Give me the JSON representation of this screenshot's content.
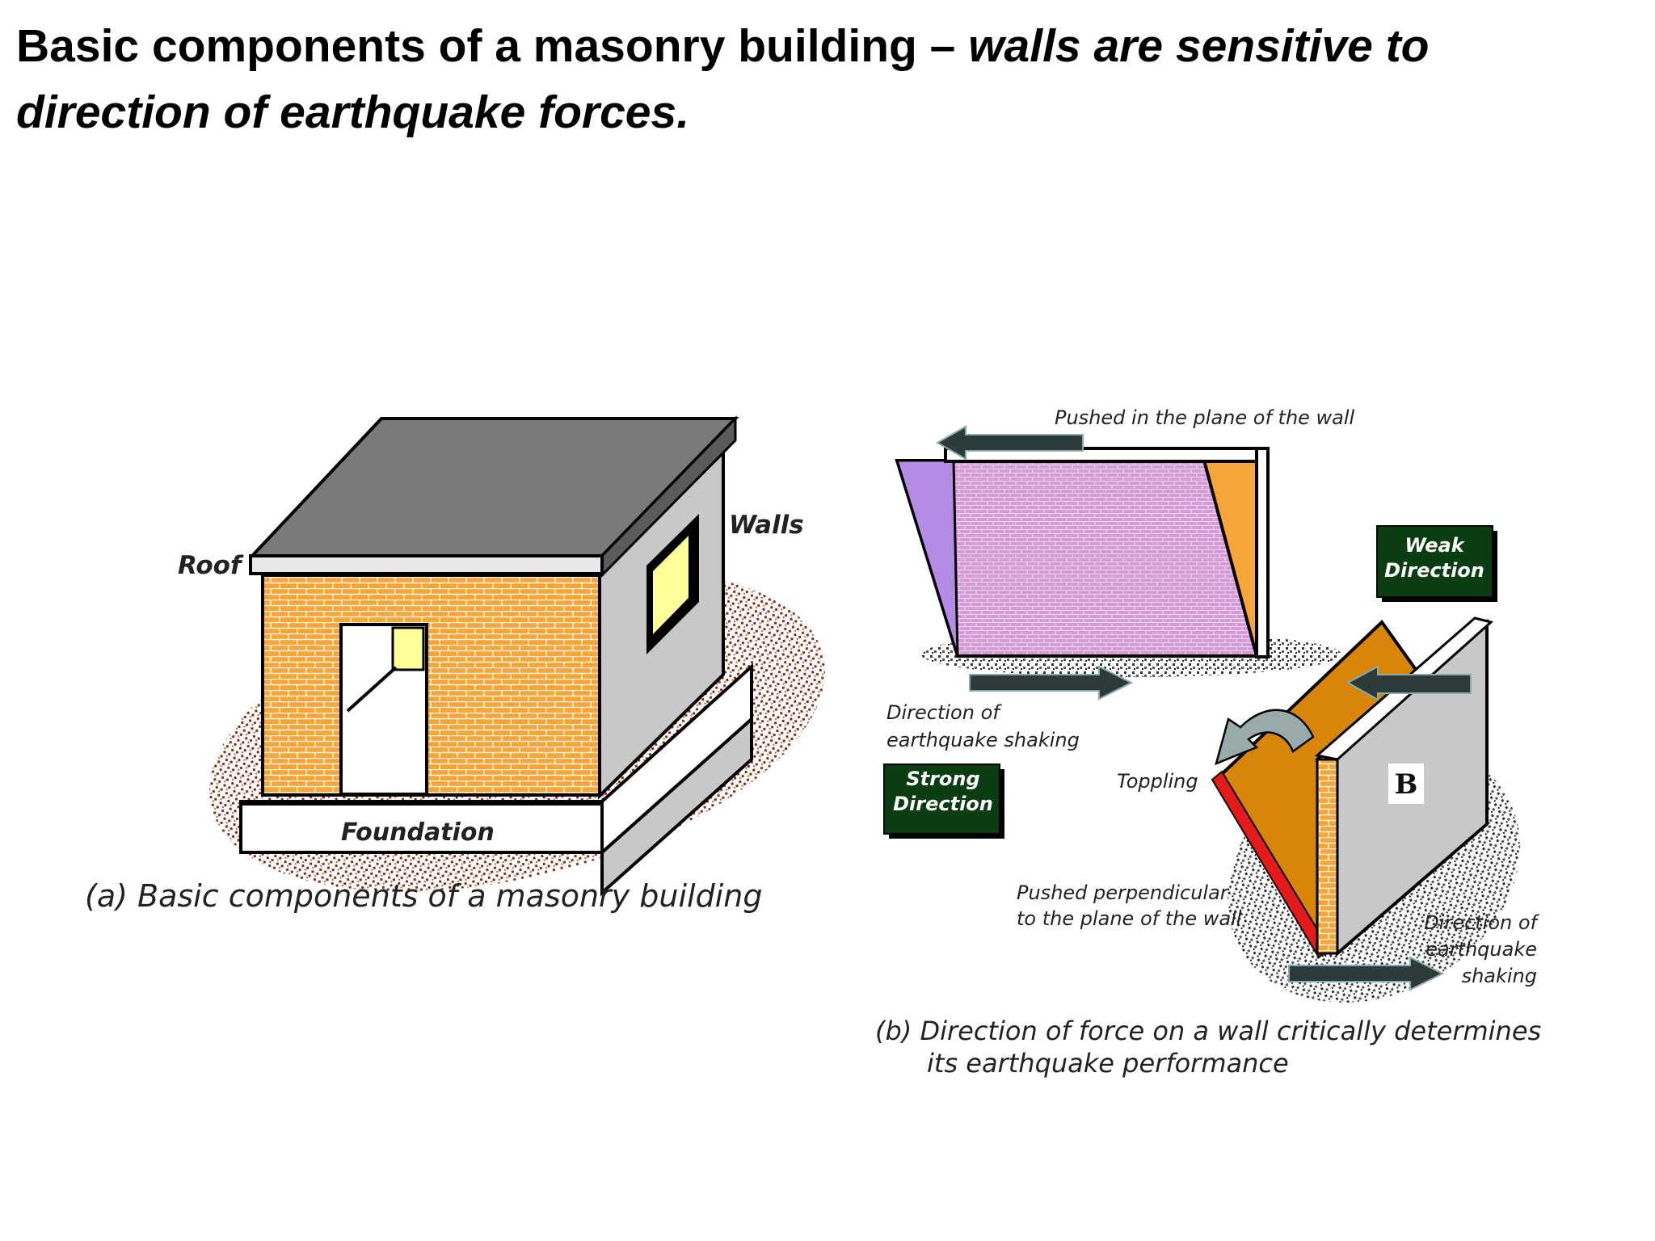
{
  "title": {
    "plain": "Basic components of a masonry building – ",
    "italic_line1": "walls are sensitive to",
    "italic_line2": "direction of earthquake forces."
  },
  "figure_a": {
    "labels": {
      "roof": "Roof",
      "walls": "Walls",
      "foundation": "Foundation"
    },
    "caption": "(a) Basic components of a masonry building"
  },
  "figure_b": {
    "top_label": "Pushed in the plane of the wall",
    "weak_line1": "Weak",
    "weak_line2": "Direction",
    "strong_line1": "Strong",
    "strong_line2": "Direction",
    "shaking_left_line1": "Direction of",
    "shaking_left_line2": "earthquake shaking",
    "toppling": "Toppling",
    "wall_letter": "B",
    "perp_line1": "Pushed perpendicular",
    "perp_line2": "to the plane of the wall",
    "shaking_right_line1": "Direction of",
    "shaking_right_line2": "earthquake",
    "shaking_right_line3": "shaking",
    "caption_line1": "(b) Direction of force on a wall critically determines",
    "caption_line2": "its earthquake performance"
  },
  "colors": {
    "brick": "#f5a53a",
    "brick_mortar": "#fff2d8",
    "roof": "#7a7a7a",
    "wall_side": "#c8c8c8",
    "wall_pink": "#d79ad8",
    "wall_purple": "#b48ce6",
    "toppled_wall": "#d8860a",
    "red_edge": "#e41b1b",
    "label_box": "#0b3d12",
    "ground_dots": "#8b2a12",
    "arrow": "#2d3a3a"
  }
}
